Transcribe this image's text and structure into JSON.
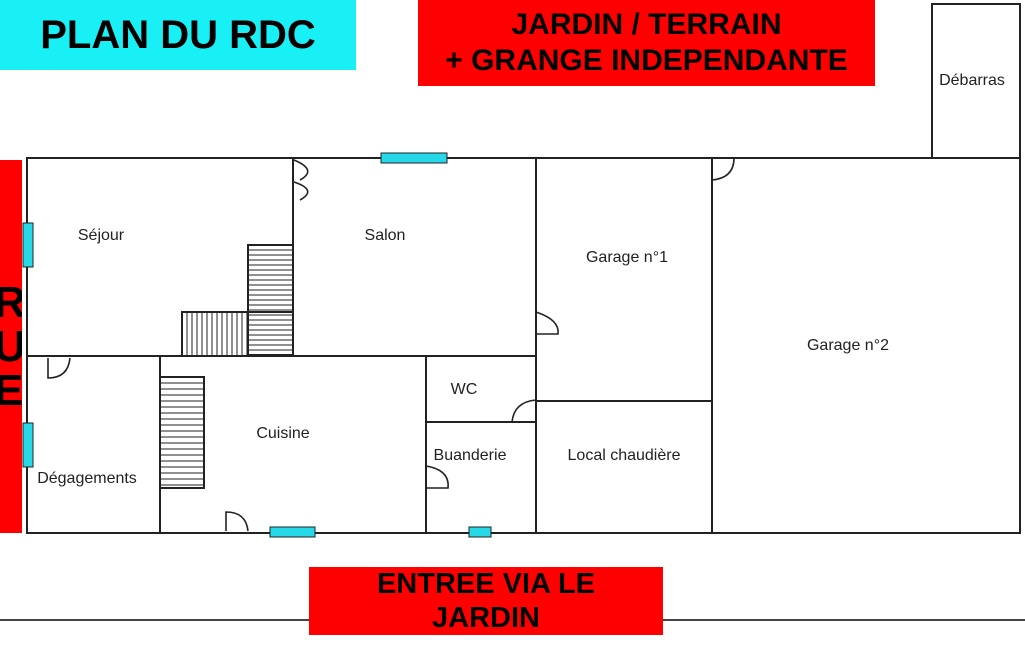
{
  "title": "PLAN DU RDC",
  "top_banner": {
    "line1": "JARDIN / TERRAIN",
    "line2": "+ GRANGE INDEPENDANTE"
  },
  "bottom_banner": {
    "line1": "ENTREE VIA LE",
    "line2": "JARDIN"
  },
  "street_label": [
    "R",
    "U",
    "E"
  ],
  "rooms": {
    "sejour": "Séjour",
    "salon": "Salon",
    "garage1": "Garage n°1",
    "garage2": "Garage n°2",
    "debarras": "Débarras",
    "wc": "WC",
    "cuisine": "Cuisine",
    "buanderie": "Buanderie",
    "local_chaudiere": "Local chaudière",
    "degagements": "Dégagements"
  },
  "colors": {
    "title_bg": "#19f0f5",
    "banner_red": "#ff0000",
    "window": "#27d9e8",
    "wall": "#222222"
  }
}
